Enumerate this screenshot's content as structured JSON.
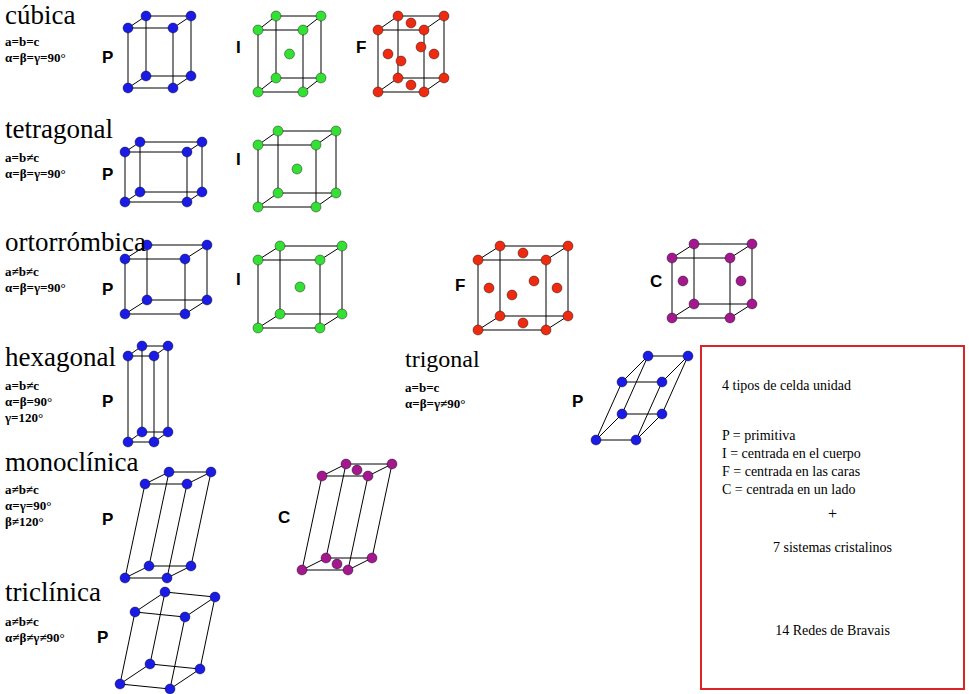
{
  "diagram": {
    "nodes": [
      {
        "text": [
          "4 tipos de celda unidad",
          "P = primitiva",
          "I = centrada en el cuerpo",
          "F = centrada en las caras",
          "C = centrada en un lado",
          "+",
          "7 sistemas cristalinos",
          "14 Redes de Bravais"
        ]
      }
    ],
    "labels": [
      "cúbica",
      "a=b=c",
      "α=β=γ=90°",
      "P",
      "I",
      "F",
      "tetragonal",
      "a=b≠c",
      "α=β=γ=90°",
      "P",
      "I",
      "ortorrómbica",
      "a≠b≠c",
      "α=β=γ=90°",
      "P",
      "I",
      "F",
      "C",
      "hexagonal",
      "a=b≠c",
      "α=β=90°",
      "γ=120°",
      "P",
      "trigonal",
      "a=b=c",
      "α=β=γ≠90°",
      "P",
      "monoclínica",
      "a≠b≠c",
      "α=γ=90°",
      "β≠120°",
      "P",
      "C",
      "triclínica",
      "a≠b≠c",
      "α≠β≠γ≠90°",
      "P"
    ]
  }
}
